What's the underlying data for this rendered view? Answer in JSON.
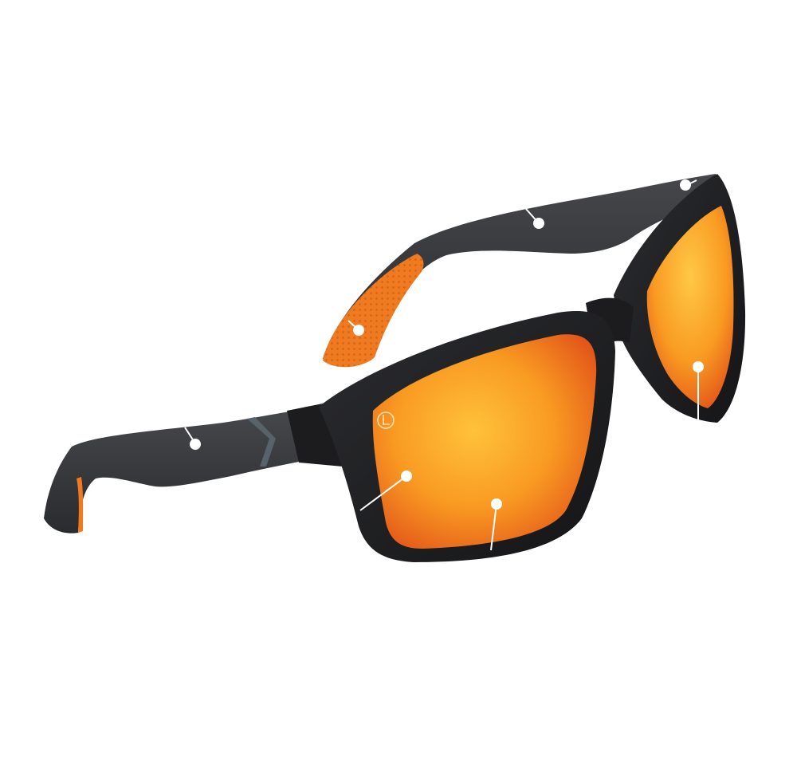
{
  "product": {
    "name": "sunglasses",
    "view": "three-quarter",
    "frame_color": "#1f1f21",
    "temple_color": "#3a3b3e",
    "lens_color_center": "#ffb12a",
    "lens_color_edge": "#e8641a",
    "accent_color": "#f07a20",
    "temple_chevron_color": "#56636a",
    "logo_icon": "brand-logo-icon"
  },
  "hotspots": [
    {
      "id": "temple-tip",
      "icon": "hotspot-dot-icon"
    },
    {
      "id": "temple-upper",
      "icon": "hotspot-dot-icon"
    },
    {
      "id": "temple-grip",
      "icon": "hotspot-dot-icon"
    },
    {
      "id": "lens-right",
      "icon": "hotspot-dot-icon"
    },
    {
      "id": "temple-lower",
      "icon": "hotspot-dot-icon"
    },
    {
      "id": "lens-left",
      "icon": "hotspot-dot-icon"
    },
    {
      "id": "frame-bottom",
      "icon": "hotspot-dot-icon"
    }
  ],
  "colors": {
    "background": "#ffffff",
    "hotspot_dot": "#ffffff",
    "hotspot_line": "#ffffff"
  }
}
